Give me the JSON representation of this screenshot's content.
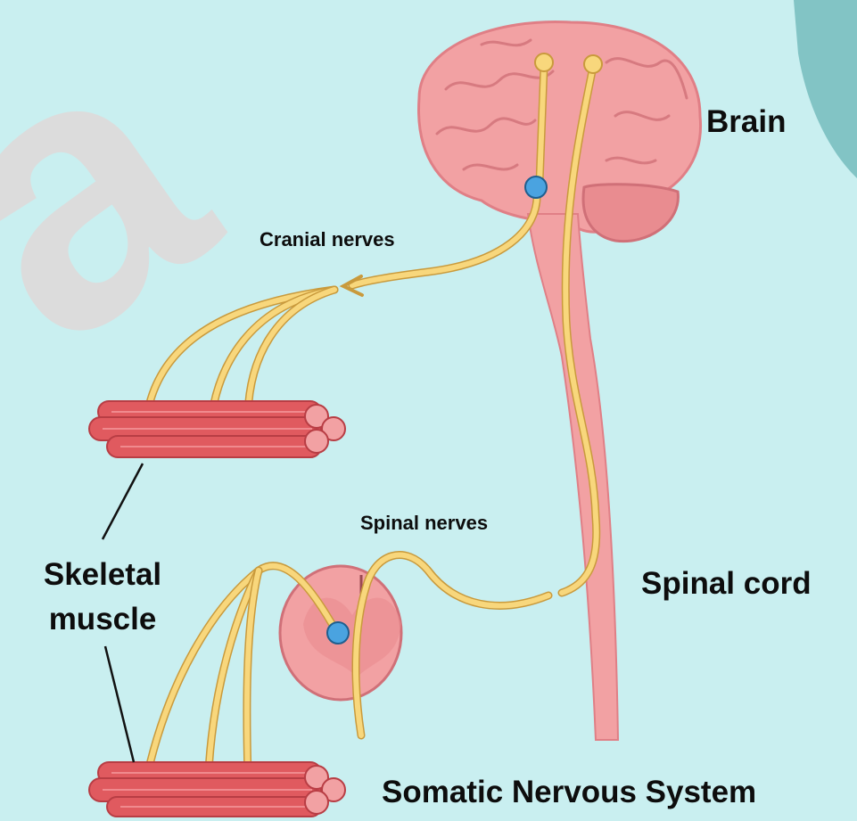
{
  "labels": {
    "brain": "Brain",
    "cranial_nerves": "Cranial nerves",
    "spinal_nerves": "Spinal nerves",
    "spinal_cord": "Spinal cord",
    "skeletal_line1": "Skeletal",
    "skeletal_line2": "muscle",
    "title": "Somatic Nervous System"
  },
  "watermark": {
    "text": "a"
  },
  "colors": {
    "background": "#c9eff0",
    "tissue": "#f2a1a3",
    "tissue_dark": "#e98c90",
    "nerve": "#f8d77c",
    "nerve_outline": "#c99a3c",
    "muscle": "#e05a5f",
    "muscle_dark": "#b83d44",
    "neuron": "#4aa3e0",
    "watermark": "#dcdcdc",
    "corner_blob": "#82c4c5"
  }
}
